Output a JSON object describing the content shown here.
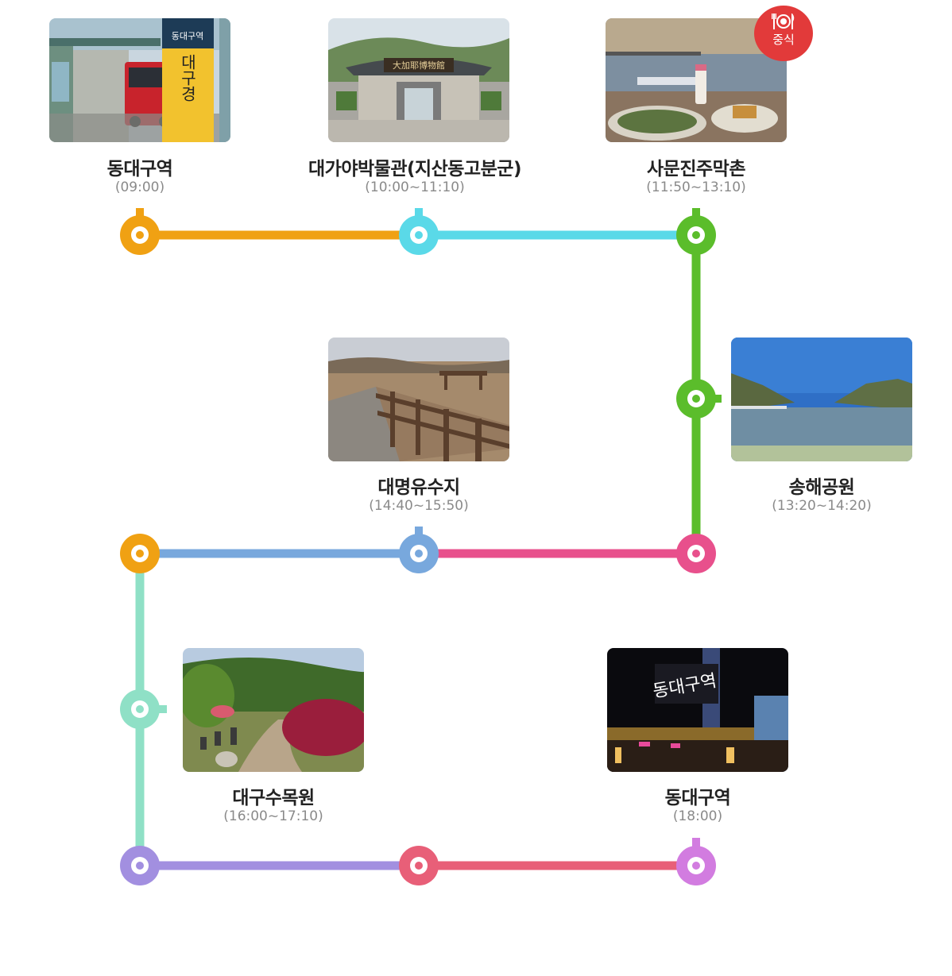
{
  "stops": [
    {
      "name": "동대구역",
      "time": "(09:00)"
    },
    {
      "name": "대가야박물관(지산동고분군)",
      "time": "(10:00~11:10)"
    },
    {
      "name": "사문진주막촌",
      "time": "(11:50~13:10)"
    },
    {
      "name": "송해공원",
      "time": "(13:20~14:20)"
    },
    {
      "name": "대명유수지",
      "time": "(14:40~15:50)"
    },
    {
      "name": "대구수목원",
      "time": "(16:00~17:10)"
    },
    {
      "name": "동대구역",
      "time": "(18:00)"
    }
  ],
  "lunch_badge": {
    "label": "중식",
    "icon": "utensils-icon",
    "color": "#e23a3a"
  },
  "photo_signs": {
    "station_sign_top": "동대구역",
    "station_sign_vertical": "대구경",
    "museum_plaque": "大加耶博物館",
    "station_building_sign": "동대구역"
  },
  "colors": {
    "orange": "#f0a113",
    "cyan": "#5ad9e8",
    "green": "#5bbd2b",
    "pink": "#e8508c",
    "blue": "#78a8dd",
    "mint": "#8fe0c6",
    "purple": "#a28fe0",
    "rose": "#e85f78",
    "violet": "#d27ce0"
  }
}
